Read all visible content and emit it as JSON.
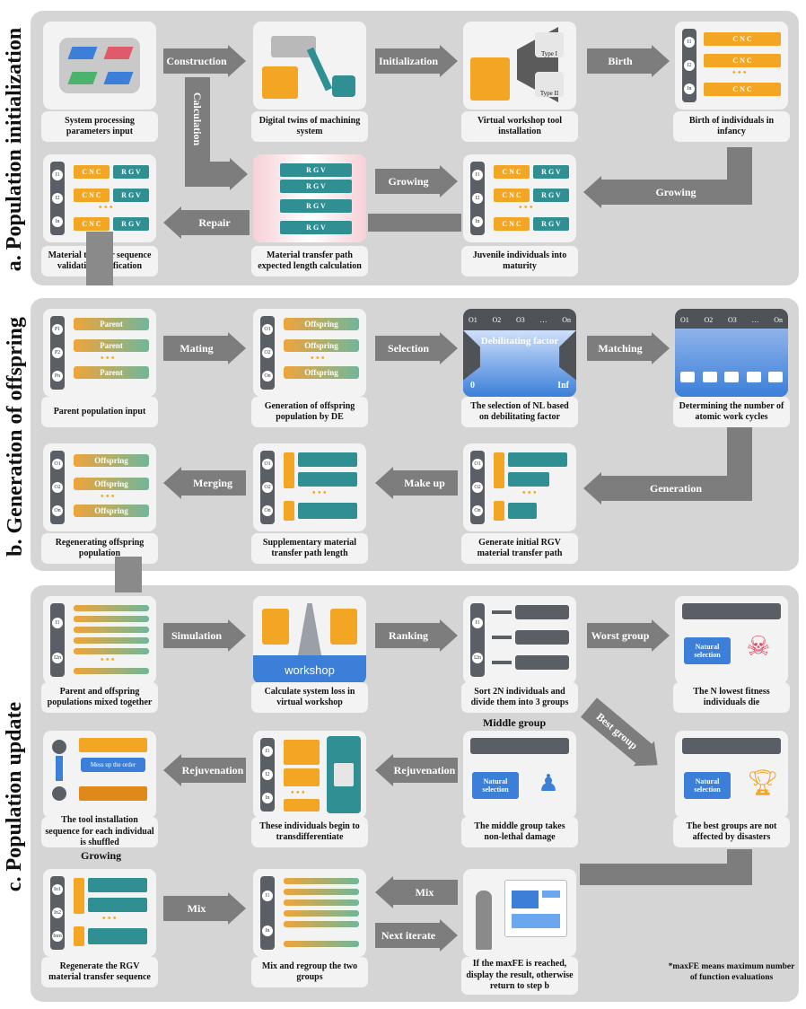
{
  "sections": {
    "a": "a. Population initialization",
    "b": "b. Generation of offspring",
    "c": "c. Population update"
  },
  "captions": {
    "a1": "System processing parameters input",
    "a2": "Digital twins of machining system",
    "a3": "Virtual workshop tool installation",
    "a4": "Birth of individuals in infancy",
    "a5": "Material transfer sequence validation verification",
    "a6": "Material transfer path expected length calculation",
    "a7": "Juvenile individuals into maturity",
    "b1": "Parent population input",
    "b2": "Generation of offspring population by DE",
    "b3": "The selection of NL based on debilitating factor",
    "b4": "Determining the number of atomic work cycles",
    "b5": "Regenerating offspring population",
    "b6": "Supplementary material transfer path length",
    "b7": "Generate initial RGV material transfer path",
    "c1": "Parent and offspring populations mixed together",
    "c2": "Calculate system loss in virtual workshop",
    "c3": "Sort 2N individuals and divide them into 3 groups",
    "c4": "The N lowest fitness individuals die",
    "c5": "The tool installation sequence for each individual is shuffled",
    "c6": "These individuals begin to transdifferentiate",
    "c7": "The middle group takes non-lethal damage",
    "c8": "The best groups are not affected by disasters",
    "c9": "Regenerate the RGV material transfer sequence",
    "c10": "Mix and regroup the two groups",
    "c11": "If the maxFE is reached, display the result, otherwise return to step b"
  },
  "arrows": {
    "construction": "Construction",
    "calculation": "Calculation",
    "initialization": "Initialization",
    "birth": "Birth",
    "growing1": "Growing",
    "growing2": "Growing",
    "repair": "Repair",
    "mating": "Mating",
    "selection": "Selection",
    "matching": "Matching",
    "generation": "Generation",
    "makeup": "Make up",
    "merging": "Merging",
    "simulation": "Simulation",
    "ranking": "Ranking",
    "worst": "Worst group",
    "best": "Best group",
    "middle": "Middle group",
    "rejuv1": "Rejuvenation",
    "rejuv2": "Rejuvenation",
    "growing3": "Growing",
    "mix1": "Mix",
    "mix2": "Mix",
    "next": "Next iterate"
  },
  "icons": {
    "cnc": "C N C",
    "rgv": "R G V",
    "parent": "Parent",
    "offspring": "Offspring",
    "type1": "Type I",
    "type2": "Type II",
    "debil": "Debilitating factor",
    "zero": "0",
    "inf": "Inf",
    "workshop": "workshop",
    "natural": "Natural selection",
    "messup": "Mess up the order",
    "dots": "• • •"
  },
  "footnote": "*maxFE means maximum number of function evaluations",
  "colors": {
    "panel": "#d5d5d5",
    "card": "#f3f3f3",
    "arrow": "#7d7d7d",
    "orange": "#f3a524",
    "teal": "#2f8f93",
    "blue": "#3b7fd9"
  }
}
